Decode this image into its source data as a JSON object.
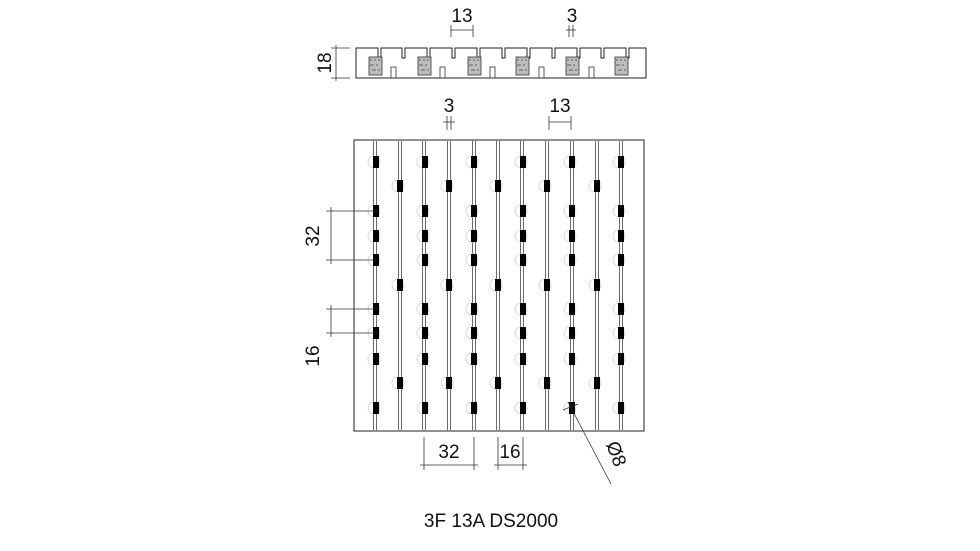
{
  "section": {
    "dims": {
      "height": "18",
      "slot_pitch": "13",
      "slot_width": "3"
    }
  },
  "plan": {
    "dims": {
      "top_slot_width": "3",
      "top_slot_pitch": "13",
      "row_pitch": "32",
      "row_offset": "16",
      "col_pitch": "32",
      "col_offset": "16",
      "hole_diameter": "Ø8"
    }
  },
  "caption": "3F 13A DS2000"
}
